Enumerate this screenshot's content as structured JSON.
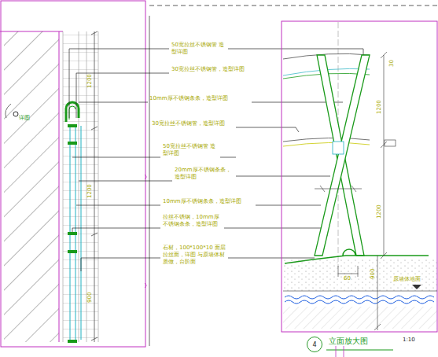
{
  "diagram": {
    "title": "立面放大图",
    "nodes": [
      {
        "text": [
          "4"
        ]
      }
    ],
    "labels": [
      "50宽拉丝不锈钢管 造型详图",
      "30宽拉丝不锈钢管，造型详图",
      "10mm厚不锈钢条条，造型详图",
      "30宽拉丝不锈钢管，造型详图",
      "50宽拉丝不锈钢管 造型详图",
      "20mm厚不锈钢条条， 造型详图",
      "10mm厚不锈钢条条，造型详图",
      "拉丝不锈钢，10mm厚 不锈钢条条，造型详图",
      "石材，100*100*10 面层拉丝面，详图 与原墙体材质做，台阶面",
      "详图",
      "1200",
      "1200",
      "900",
      "30",
      "1200",
      "1200",
      "900",
      "60",
      "原墙体地面",
      "1:10"
    ]
  }
}
